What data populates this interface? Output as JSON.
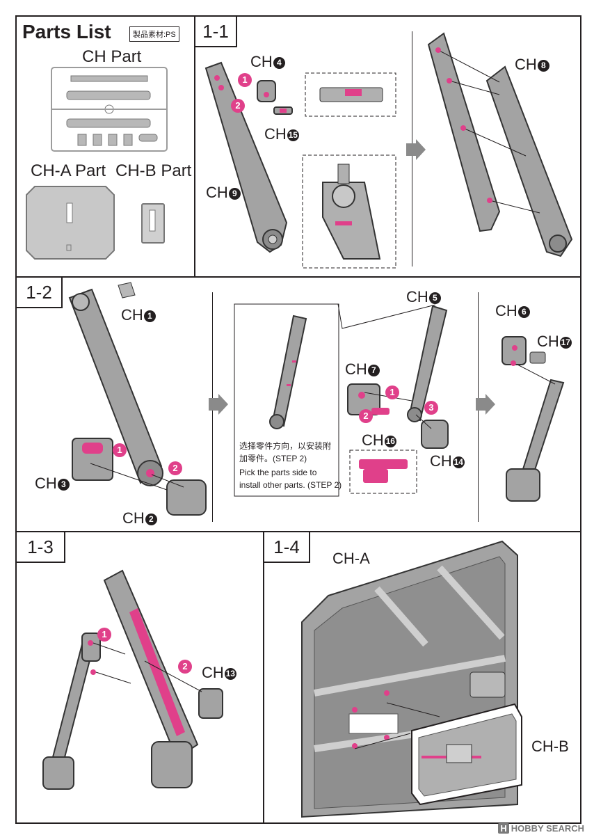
{
  "parts_list": {
    "title": "Parts List",
    "material": "製品素材:PS",
    "ch_part": "CH Part",
    "cha_part": "CH-A Part",
    "chb_part": "CH-B Part"
  },
  "steps": {
    "s11": "1-1",
    "s12": "1-2",
    "s13": "1-3",
    "s14": "1-4"
  },
  "labels": {
    "ch4": "CH",
    "ch4n": "4",
    "ch15": "CH",
    "ch15n": "15",
    "ch9": "CH",
    "ch9n": "9",
    "ch8": "CH",
    "ch8n": "8",
    "ch1": "CH",
    "ch1n": "1",
    "ch3": "CH",
    "ch3n": "3",
    "ch2": "CH",
    "ch2n": "2",
    "ch5": "CH",
    "ch5n": "5",
    "ch7": "CH",
    "ch7n": "7",
    "ch16": "CH",
    "ch16n": "16",
    "ch14": "CH",
    "ch14n": "14",
    "ch6": "CH",
    "ch6n": "6",
    "ch17": "CH",
    "ch17n": "17",
    "ch13": "CH",
    "ch13n": "13",
    "cha": "CH-A",
    "chb": "CH-B"
  },
  "note": {
    "zh": "选择零件方向，以安装附加零件。(STEP 2)",
    "en1": "Pick the parts side to",
    "en2": "install other parts. (STEP 2)"
  },
  "pins": [
    "1",
    "2",
    "3"
  ],
  "watermark": {
    "badge": "H",
    "text": "HOBBY SEARCH"
  },
  "colors": {
    "accent": "#e0408a",
    "part_gray": "#9c9c9c",
    "line": "#231f20"
  }
}
